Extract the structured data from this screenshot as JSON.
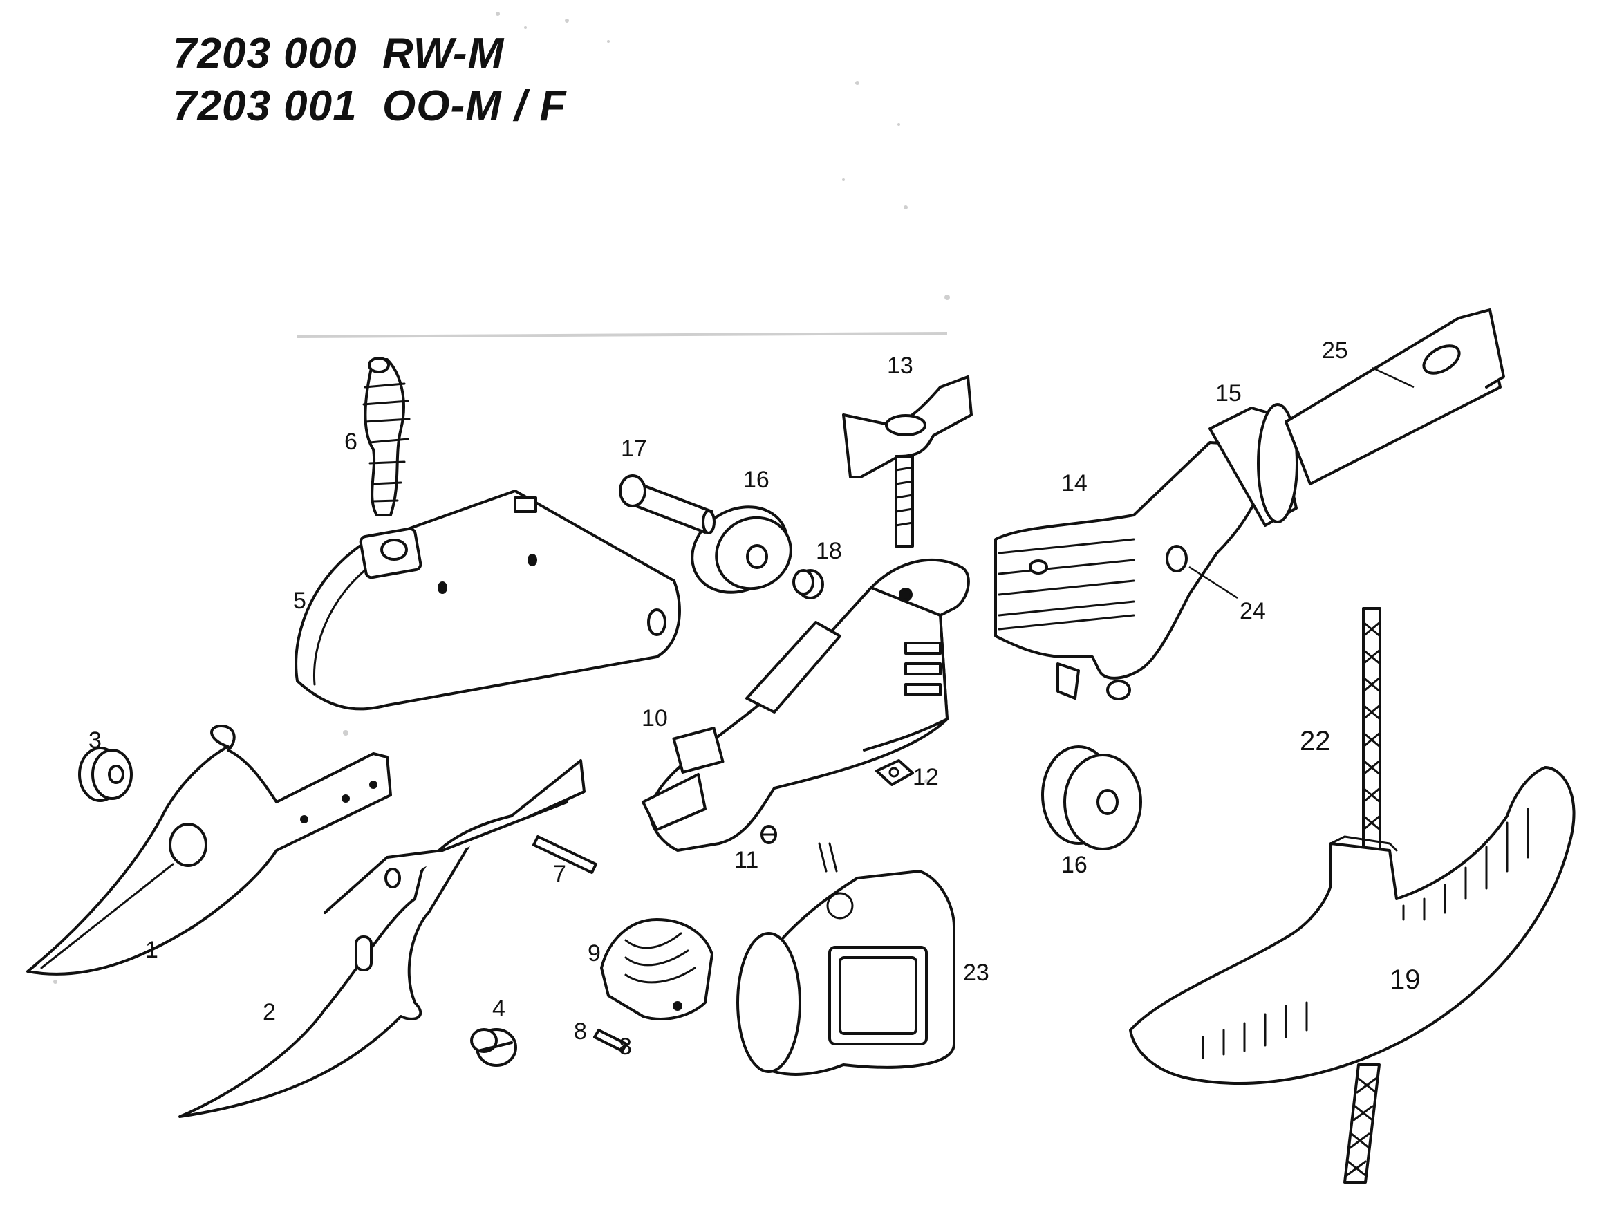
{
  "header": {
    "line1": "7203 000  RW-M",
    "line2": "7203 001  OO-M / F"
  },
  "callouts": {
    "c1": "1",
    "c2": "2",
    "c3": "3",
    "c4": "4",
    "c5": "5",
    "c6": "6",
    "c7": "7",
    "c8a": "8",
    "c8b": "8",
    "c9": "9",
    "c10": "10",
    "c11": "11",
    "c12": "12",
    "c13": "13",
    "c14": "14",
    "c15": "15",
    "c16a": "16",
    "c16b": "16",
    "c17": "17",
    "c18": "18",
    "c19": "19",
    "c22": "22",
    "c23": "23",
    "c24": "24",
    "c25": "25"
  },
  "colors": {
    "ink": "#111111",
    "paper": "#ffffff"
  }
}
